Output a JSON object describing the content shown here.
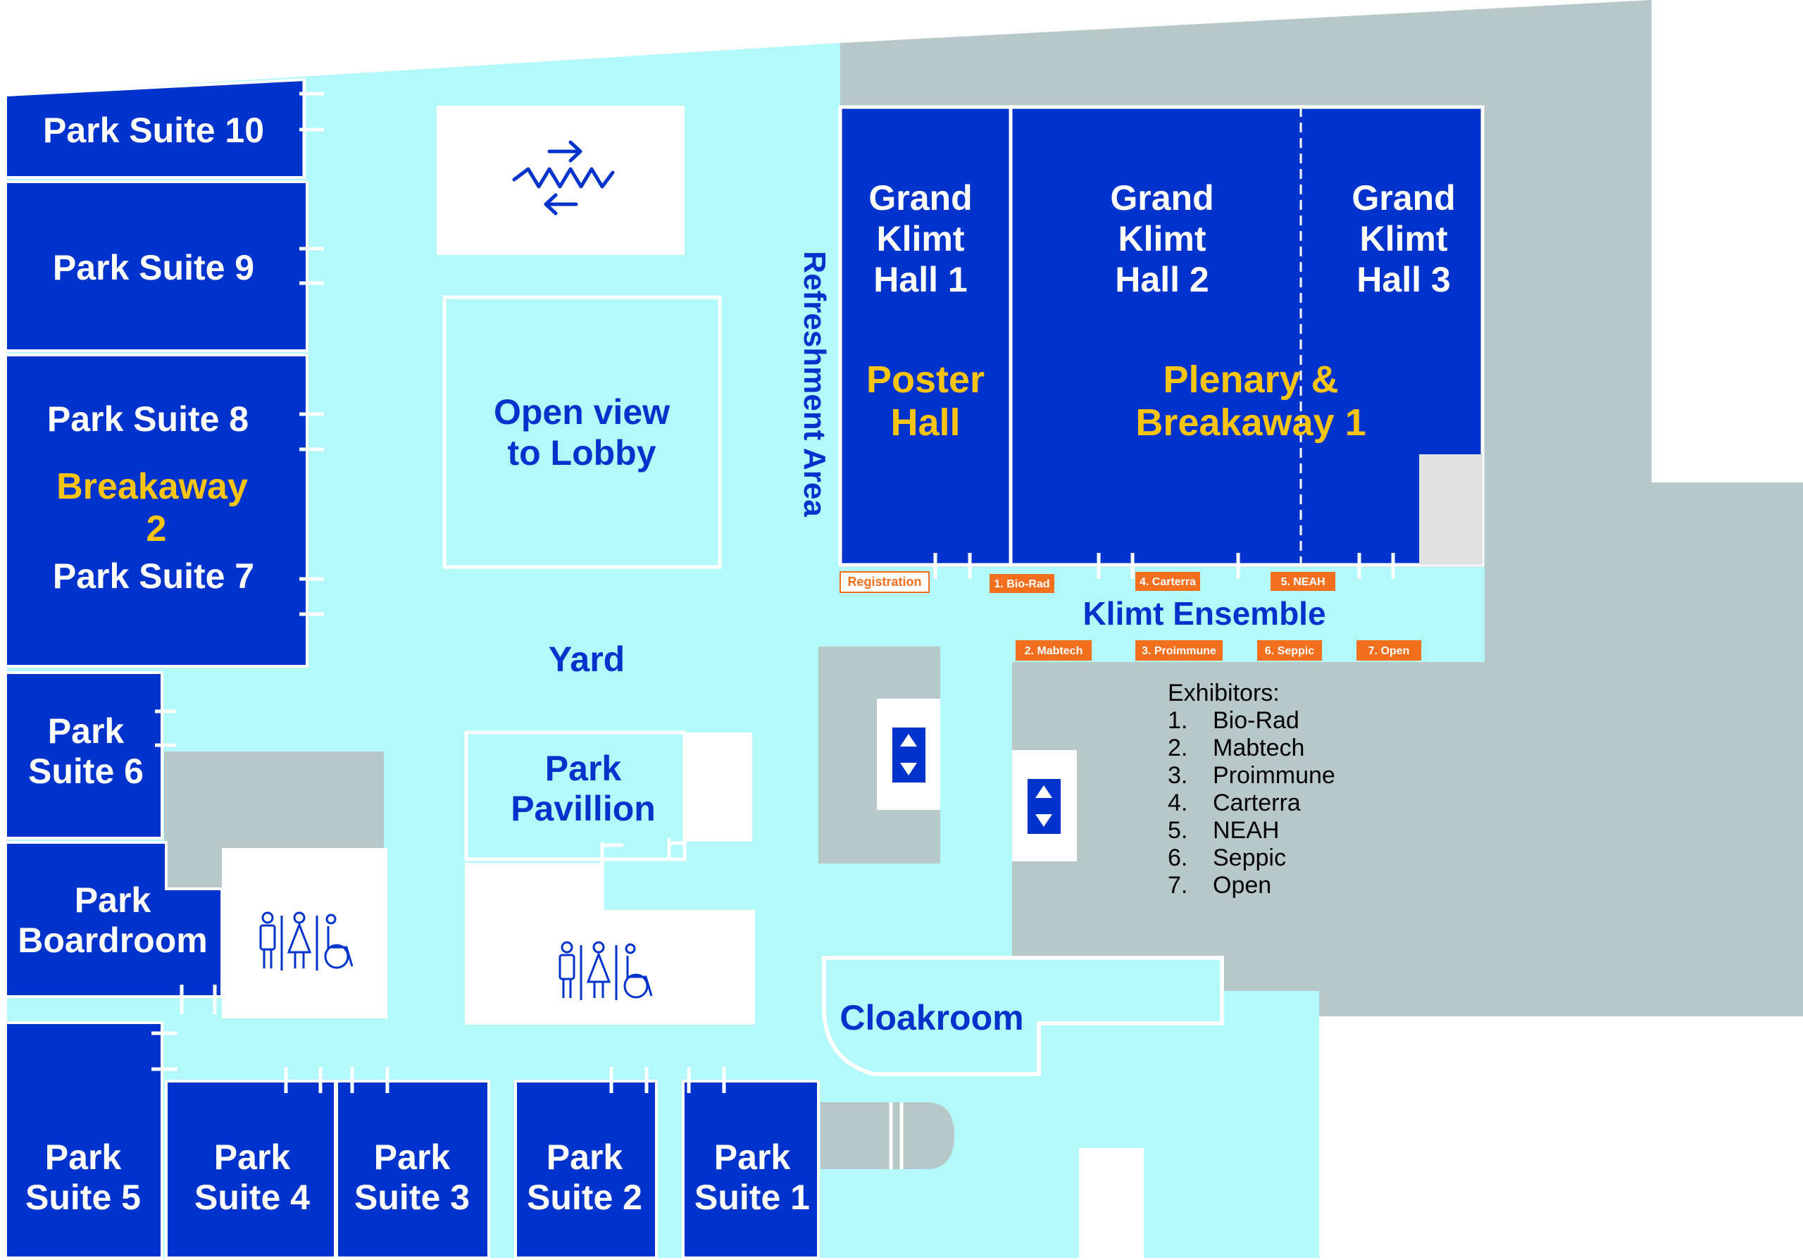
{
  "colors": {
    "room_blue": "#0033cc",
    "corridor_cyan": "#b3f8fb",
    "wall_grey": "#b8c8c8",
    "label_yellow": "#f8c414",
    "label_blue": "#0033cc",
    "booth_orange": "#f26f1e",
    "white": "#ffffff"
  },
  "rooms": {
    "park_suite_10": [
      "Park Suite 10"
    ],
    "park_suite_9": [
      "Park Suite 9"
    ],
    "park_suite_8": [
      "Park Suite 8"
    ],
    "breakaway_2": [
      "Breakaway",
      "2"
    ],
    "park_suite_7": [
      "Park Suite 7"
    ],
    "park_suite_6": [
      "Park",
      "Suite 6"
    ],
    "park_boardroom": [
      "Park",
      "Boardroom"
    ],
    "park_suite_5": [
      "Park",
      "Suite 5"
    ],
    "park_suite_4": [
      "Park",
      "Suite 4"
    ],
    "park_suite_3": [
      "Park",
      "Suite 3"
    ],
    "park_suite_2": [
      "Park",
      "Suite 2"
    ],
    "park_suite_1": [
      "Park",
      "Suite 1"
    ],
    "grand_klimt_hall_1": [
      "Grand",
      "Klimt",
      "Hall 1"
    ],
    "grand_klimt_hall_2": [
      "Grand",
      "Klimt",
      "Hall 2"
    ],
    "grand_klimt_hall_3": [
      "Grand",
      "Klimt",
      "Hall 3"
    ],
    "poster_hall": [
      "Poster",
      "Hall"
    ],
    "plenary_breakaway_1": [
      "Plenary &",
      "Breakaway 1"
    ]
  },
  "areas": {
    "open_view": [
      "Open view",
      "to Lobby"
    ],
    "refreshment_area": "Refreshment Area",
    "yard": "Yard",
    "park_pavillion": [
      "Park",
      "Pavillion"
    ],
    "klimt_ensemble": "Klimt Ensemble",
    "cloakroom": "Cloakroom"
  },
  "booths": {
    "registration": "Registration",
    "b1": "1. Bio-Rad",
    "b2": "2. Mabtech",
    "b3": "3. Proimmune",
    "b4": "4. Carterra",
    "b5": "5. NEAH",
    "b6": "6. Seppic",
    "b7": "7. Open"
  },
  "exhibitors": {
    "title": "Exhibitors:",
    "items": [
      {
        "num": "1.",
        "name": "Bio-Rad"
      },
      {
        "num": "2.",
        "name": "Mabtech"
      },
      {
        "num": "3.",
        "name": "Proimmune"
      },
      {
        "num": "4.",
        "name": "Carterra"
      },
      {
        "num": "5.",
        "name": "NEAH"
      },
      {
        "num": "6.",
        "name": "Seppic"
      },
      {
        "num": "7.",
        "name": "Open"
      }
    ]
  },
  "icons": {
    "escalator": "escalator-icon",
    "elevator": "elevator-icon",
    "restroom": "restroom-icon"
  }
}
